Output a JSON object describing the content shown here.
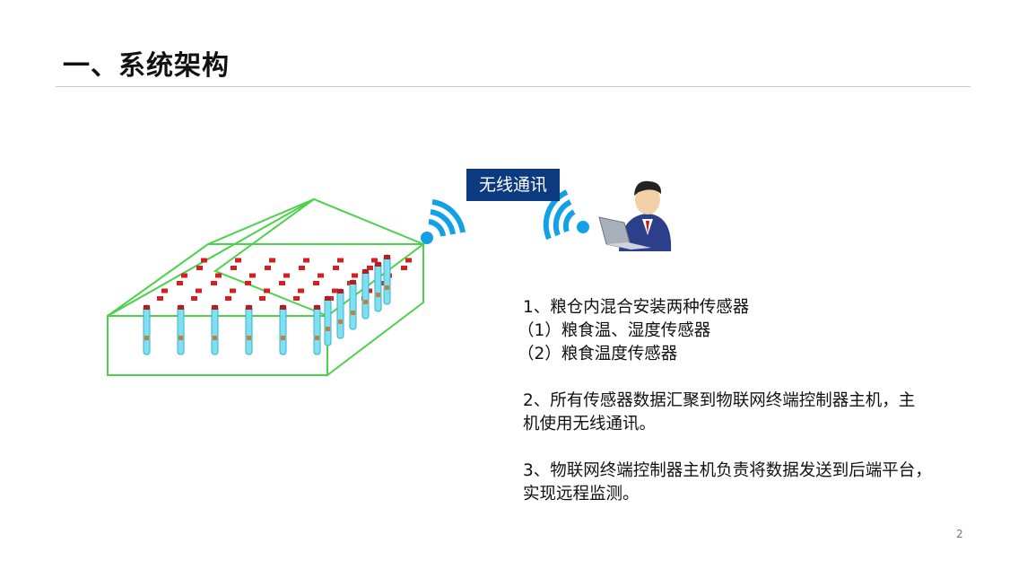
{
  "title": "一、系统架构",
  "badge": "无线通讯",
  "points": [
    "1、粮仓内混合安装两种传感器",
    "（1）粮食温、湿度传感器",
    "（2）粮食温度传感器",
    "2、所有传感器数据汇聚到物联网终端控制器主机，主",
    "机使用无线通讯。",
    "3、物联网终端控制器主机负责将数据发送到后端平台，",
    "实现远程监测。"
  ],
  "page_number": "2",
  "colors": {
    "wifi": "#12a0e6",
    "badge": "#0b3a80",
    "frame": "#4cd14c",
    "sensor_top": "#d42020"
  }
}
